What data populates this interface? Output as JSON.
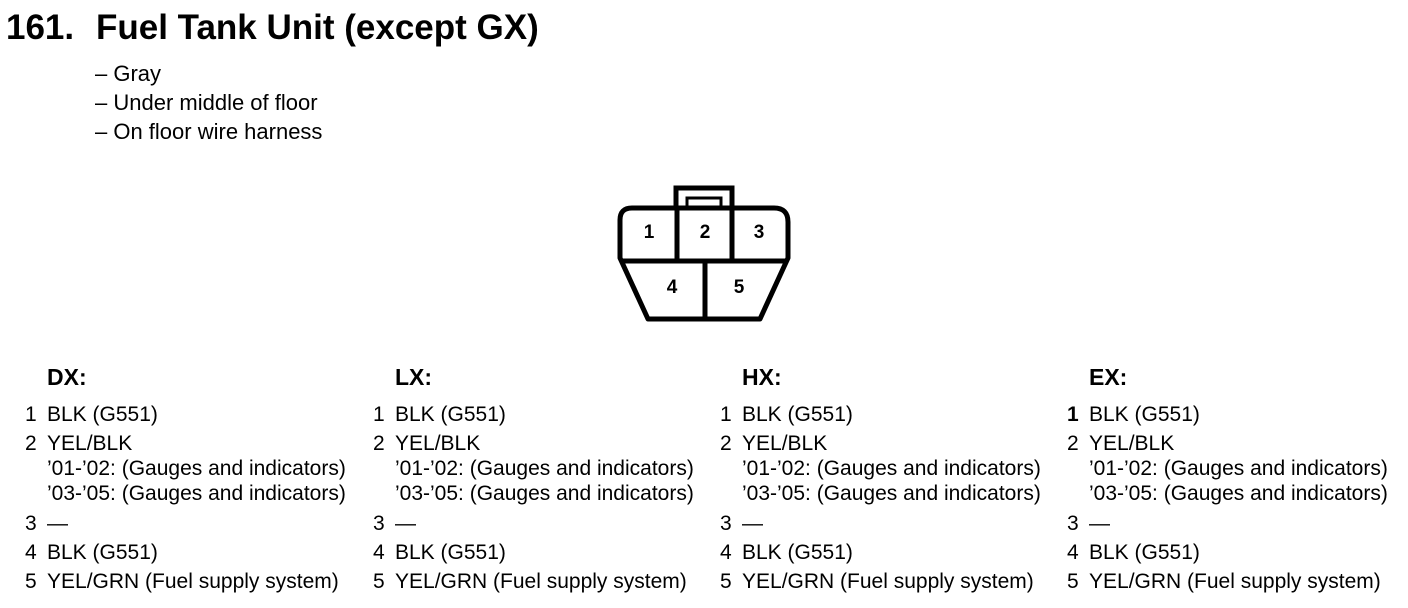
{
  "title": {
    "number": "161.",
    "text": "Fuel Tank Unit (except GX)"
  },
  "notes": [
    "– Gray",
    "– Under middle of floor",
    "– On floor wire harness"
  ],
  "connector": {
    "pins": [
      "1",
      "2",
      "3",
      "4",
      "5"
    ]
  },
  "columns": [
    {
      "heading": "DX:",
      "pins": [
        {
          "n": "1",
          "text": "BLK (G551)"
        },
        {
          "n": "2",
          "text": "YEL/BLK",
          "sub": [
            "’01-’02: (Gauges and indicators)",
            "’03-’05: (Gauges and indicators)"
          ]
        },
        {
          "n": "3",
          "text": "—"
        },
        {
          "n": "4",
          "text": "BLK (G551)"
        },
        {
          "n": "5",
          "text": "YEL/GRN (Fuel supply system)"
        }
      ]
    },
    {
      "heading": "LX:",
      "pins": [
        {
          "n": "1",
          "text": "BLK (G551)"
        },
        {
          "n": "2",
          "text": "YEL/BLK",
          "sub": [
            "’01-’02: (Gauges and indicators)",
            "’03-’05: (Gauges and indicators)"
          ]
        },
        {
          "n": "3",
          "text": "—"
        },
        {
          "n": "4",
          "text": "BLK (G551)"
        },
        {
          "n": "5",
          "text": "YEL/GRN (Fuel supply system)"
        }
      ]
    },
    {
      "heading": "HX:",
      "pins": [
        {
          "n": "1",
          "text": "BLK (G551)"
        },
        {
          "n": "2",
          "text": "YEL/BLK",
          "sub": [
            "’01-’02: (Gauges and indicators)",
            "’03-’05: (Gauges and indicators)"
          ]
        },
        {
          "n": "3",
          "text": "—"
        },
        {
          "n": "4",
          "text": "BLK (G551)"
        },
        {
          "n": "5",
          "text": "YEL/GRN (Fuel supply system)"
        }
      ]
    },
    {
      "heading": "EX:",
      "pins": [
        {
          "n": "1",
          "text": "BLK (G551)"
        },
        {
          "n": "2",
          "text": "YEL/BLK",
          "sub": [
            "’01-’02: (Gauges and indicators)",
            "’03-’05: (Gauges and indicators)"
          ]
        },
        {
          "n": "3",
          "text": "—"
        },
        {
          "n": "4",
          "text": "BLK (G551)"
        },
        {
          "n": "5",
          "text": "YEL/GRN (Fuel supply system)"
        }
      ]
    }
  ]
}
